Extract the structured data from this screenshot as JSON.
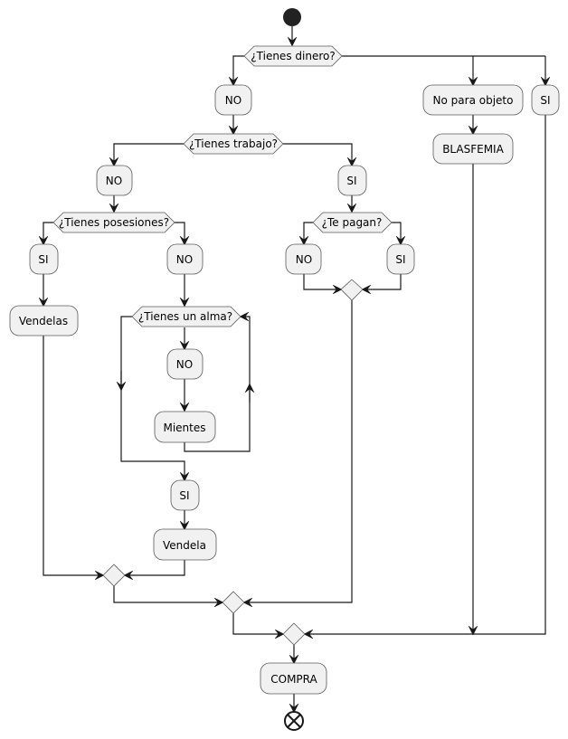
{
  "diagram": {
    "type": "activity",
    "start": "start-node",
    "end": "end-node",
    "decisions": {
      "dinero": "¿Tienes dinero?",
      "trabajo": "¿Tienes trabajo?",
      "posesiones": "¿Tienes posesiones?",
      "alma": "¿Tienes un alma?",
      "pagan": "¿Te pagan?"
    },
    "activities": {
      "dinero_no": "NO",
      "dinero_no_para_objeto": "No para objeto",
      "blasfemia": "BLASFEMIA",
      "dinero_si": "SI",
      "trabajo_no": "NO",
      "trabajo_si": "SI",
      "posesiones_si": "SI",
      "vendelas": "Vendelas",
      "posesiones_no": "NO",
      "alma_no": "NO",
      "mientes": "Mientes",
      "alma_si": "SI",
      "vendela": "Vendela",
      "pagan_no": "NO",
      "pagan_si": "SI",
      "compra": "COMPRA"
    },
    "colors": {
      "node_fill": "#f1f1f1",
      "node_border": "#5b5b5b",
      "edge": "#181818",
      "start_fill": "#222222"
    }
  }
}
